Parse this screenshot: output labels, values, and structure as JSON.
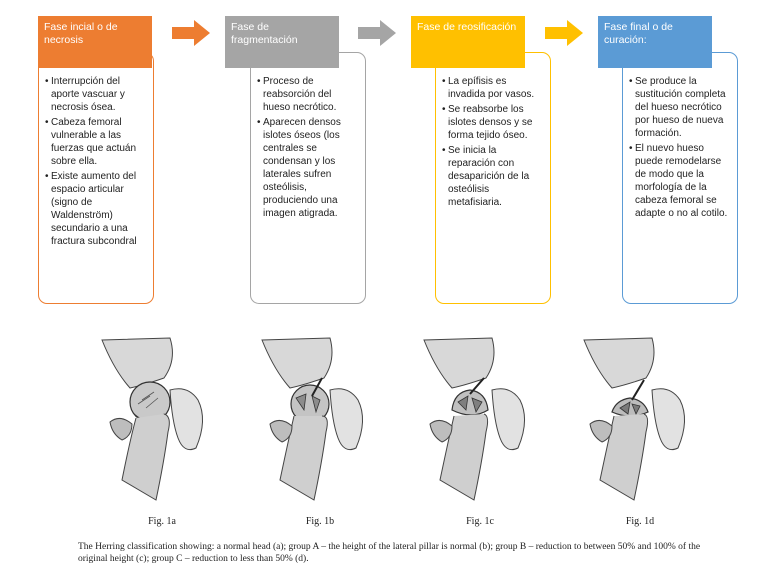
{
  "colors": {
    "phase1": "#ED7D31",
    "phase2": "#A5A5A5",
    "phase3": "#FFC000",
    "phase4": "#5B9BD5"
  },
  "phases": [
    {
      "title": "Fase incial o de necrosis",
      "bullets": [
        "Interrupción del aporte vascuar y necrosis ósea.",
        "Cabeza femoral vulnerable a las fuerzas que actuán sobre ella.",
        "Existe aumento del espacio articular (signo de Waldenström) secundario a una fractura subcondral"
      ]
    },
    {
      "title": "Fase de fragmentación",
      "bullets": [
        "Proceso de reabsorción del hueso necrótico.",
        "Aparecen densos islotes óseos (los centrales se condensan y los laterales sufren osteólisis, produciendo una imagen atigrada."
      ]
    },
    {
      "title": "Fase de reosificación",
      "bullets": [
        "La epífisis es invadida por vasos.",
        "Se reabsorbe los islotes densos y se forma tejido óseo.",
        "Se inicia la reparación con desaparición de la osteólisis metafisiaria."
      ]
    },
    {
      "title": "Fase final o de curación:",
      "bullets": [
        "Se produce la sustitución completa del hueso necrótico por hueso de nueva formación.",
        "El nuevo hueso puede remodelarse de modo que la morfología de la cabeza femoral se adapte o no al cotilo."
      ]
    }
  ],
  "figures": [
    {
      "label": "Fig. 1a"
    },
    {
      "label": "Fig. 1b"
    },
    {
      "label": "Fig. 1c"
    },
    {
      "label": "Fig. 1d"
    }
  ],
  "caption": "The Herring classification showing: a normal head (a); group A – the height of the lateral pillar is normal (b); group B – reduction to between 50% and 100% of the original height (c); group C – reduction to less than 50% (d)."
}
